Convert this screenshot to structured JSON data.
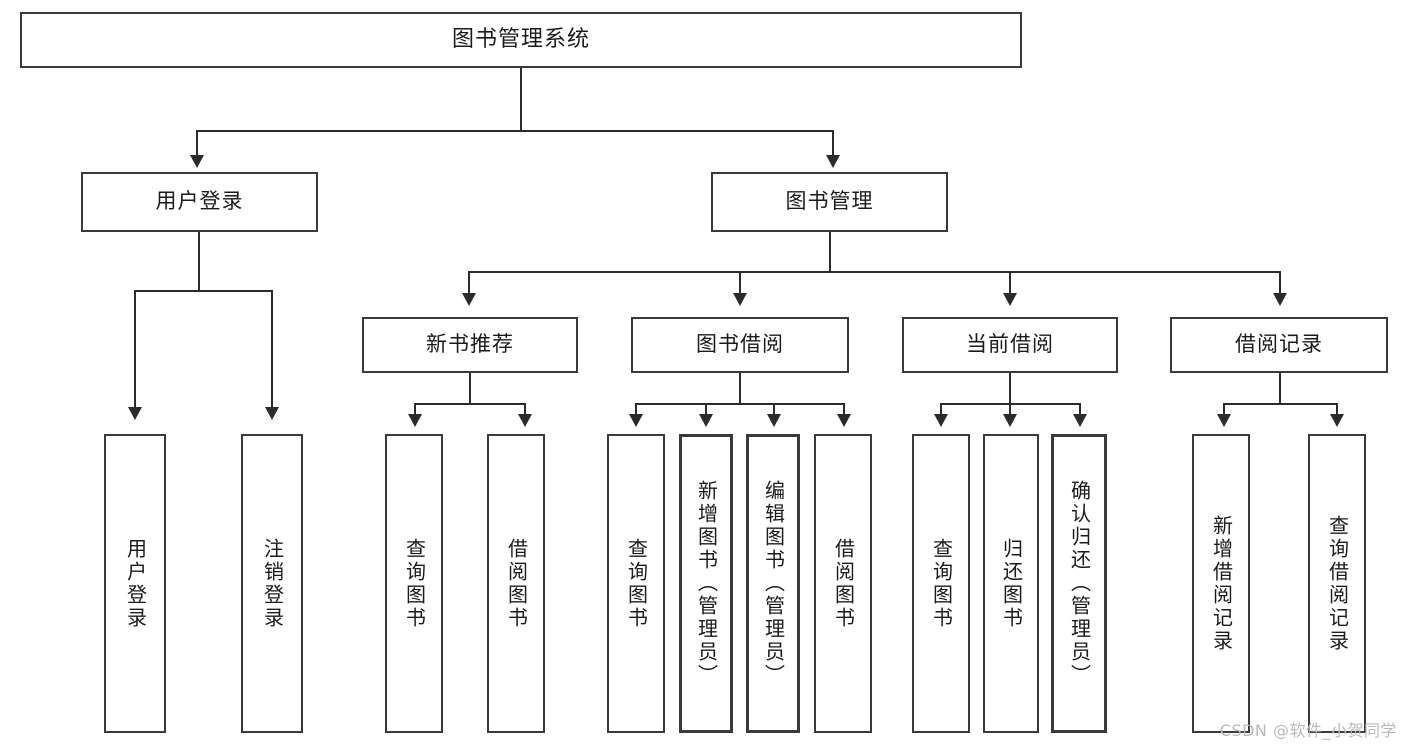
{
  "diagram": {
    "title": "图书管理系统",
    "type": "tree-hierarchy-diagram",
    "root": {
      "label": "图书管理系统"
    },
    "level2": [
      {
        "label": "用户登录"
      },
      {
        "label": "图书管理"
      }
    ],
    "level3": [
      {
        "label": "新书推荐"
      },
      {
        "label": "图书借阅"
      },
      {
        "label": "当前借阅"
      },
      {
        "label": "借阅记录"
      }
    ],
    "leaves": {
      "user_login": [
        {
          "label": "用户登录"
        },
        {
          "label": "注销登录"
        }
      ],
      "new_book_recommend": [
        {
          "label": "查询图书"
        },
        {
          "label": "借阅图书"
        }
      ],
      "book_borrow": [
        {
          "label": "查询图书"
        },
        {
          "label": "新增图书（管理员）"
        },
        {
          "label": "编辑图书（管理员）"
        },
        {
          "label": "借阅图书"
        }
      ],
      "current_borrow": [
        {
          "label": "查询图书"
        },
        {
          "label": "归还图书"
        },
        {
          "label": "确认归还（管理员）"
        }
      ],
      "borrow_record": [
        {
          "label": "新增借阅记录"
        },
        {
          "label": "查询借阅记录"
        }
      ]
    }
  },
  "watermark": {
    "text": "CSDN @软件_小贺同学"
  },
  "colors": {
    "border": "#3a3a3a",
    "line": "#2b2b2b",
    "text": "#1b1b1b",
    "background": "#ffffff",
    "watermark": "#b9b9b9"
  }
}
